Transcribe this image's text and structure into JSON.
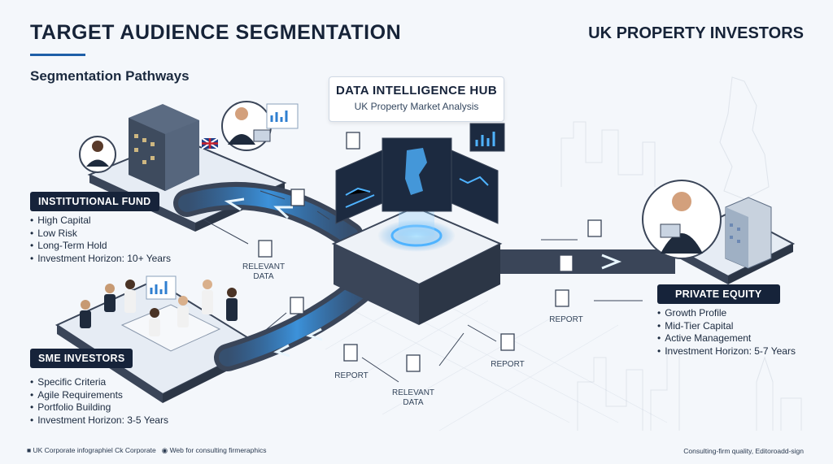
{
  "header": {
    "title": "TARGET AUDIENCE SEGMENTATION",
    "subtitle_right": "UK PROPERTY INVESTORS",
    "section": "Segmentation Pathways"
  },
  "hub": {
    "title": "DATA INTELLIGENCE HUB",
    "subtitle": "UK Property Market Analysis"
  },
  "segments": {
    "institutional": {
      "label": "INSTITUTIONAL FUND",
      "bullets": [
        "High Capital",
        "Low Risk",
        "Long-Term Hold",
        "Investment Horizon: 10+ Years"
      ]
    },
    "sme": {
      "label": "SME INVESTORS",
      "bullets": [
        "Specific Criteria",
        "Agile Requirements",
        "Portfolio Building",
        "Investment Horizon: 3-5 Years"
      ]
    },
    "private_equity": {
      "label": "PRIVATE EQUITY",
      "bullets": [
        "Growth Profile",
        "Mid-Tier Capital",
        "Active Management",
        "Investment Horizon: 5-7 Years"
      ]
    }
  },
  "flow_labels": {
    "relevant_data_1": "RELEVANT DATA",
    "report_1": "REPORT",
    "relevant_data_2": "RELEVANT DATA",
    "report_2": "REPORT",
    "report_3": "REPORT"
  },
  "footer": {
    "left": "UK Corporate infographiel Ck Corporate",
    "left_2": "Web for consulting firmeraphics",
    "right": "Consulting-firm quality, Editoroadd-sign"
  },
  "colors": {
    "navy": "#16233a",
    "accent": "#1e5fa8",
    "glow": "#4fb3ff",
    "platform": "#3a4558"
  }
}
